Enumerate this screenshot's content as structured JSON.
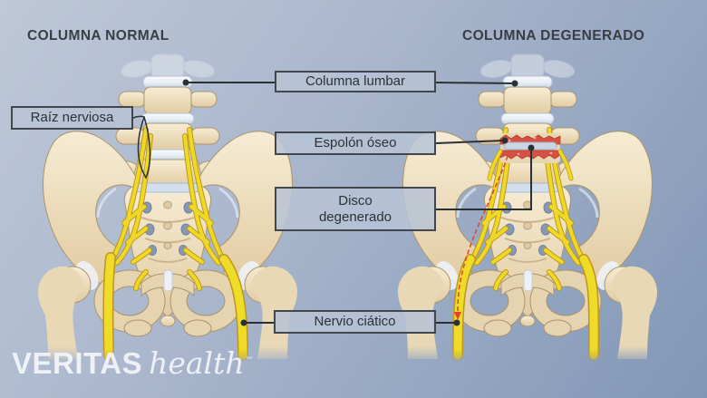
{
  "figures": {
    "normal": {
      "heading": "COLUMNA NORMAL"
    },
    "degenerated": {
      "heading": "COLUMNA DEGENERADO"
    }
  },
  "labels": {
    "columna_lumbar": {
      "text": "Columna lumbar"
    },
    "raiz_nerviosa": {
      "text": "Raíz nerviosa"
    },
    "espolon_oseo": {
      "text": "Espolón óseo"
    },
    "disco_degenerado": {
      "text": "Disco degenerado"
    },
    "nervio_ciatico": {
      "text": "Nervio ciático"
    }
  },
  "logo": {
    "brand": "VERITAS",
    "product": "health",
    "mark": "™"
  },
  "colors": {
    "background_top": "#bec8d8",
    "background_bottom": "#8197b6",
    "label_box_fill": "rgba(183,195,213,0.85)",
    "label_box_border": "#42474e",
    "leader_line": "#2b3036",
    "heading_text": "#393d44",
    "bone": "#ecdcba",
    "bone_outline": "#a8936b",
    "disc_blue": "#eef3f9",
    "nerve_yellow": "#efdc28",
    "degeneration_red": "#d85043",
    "logo_white": "#f2f4f8"
  }
}
